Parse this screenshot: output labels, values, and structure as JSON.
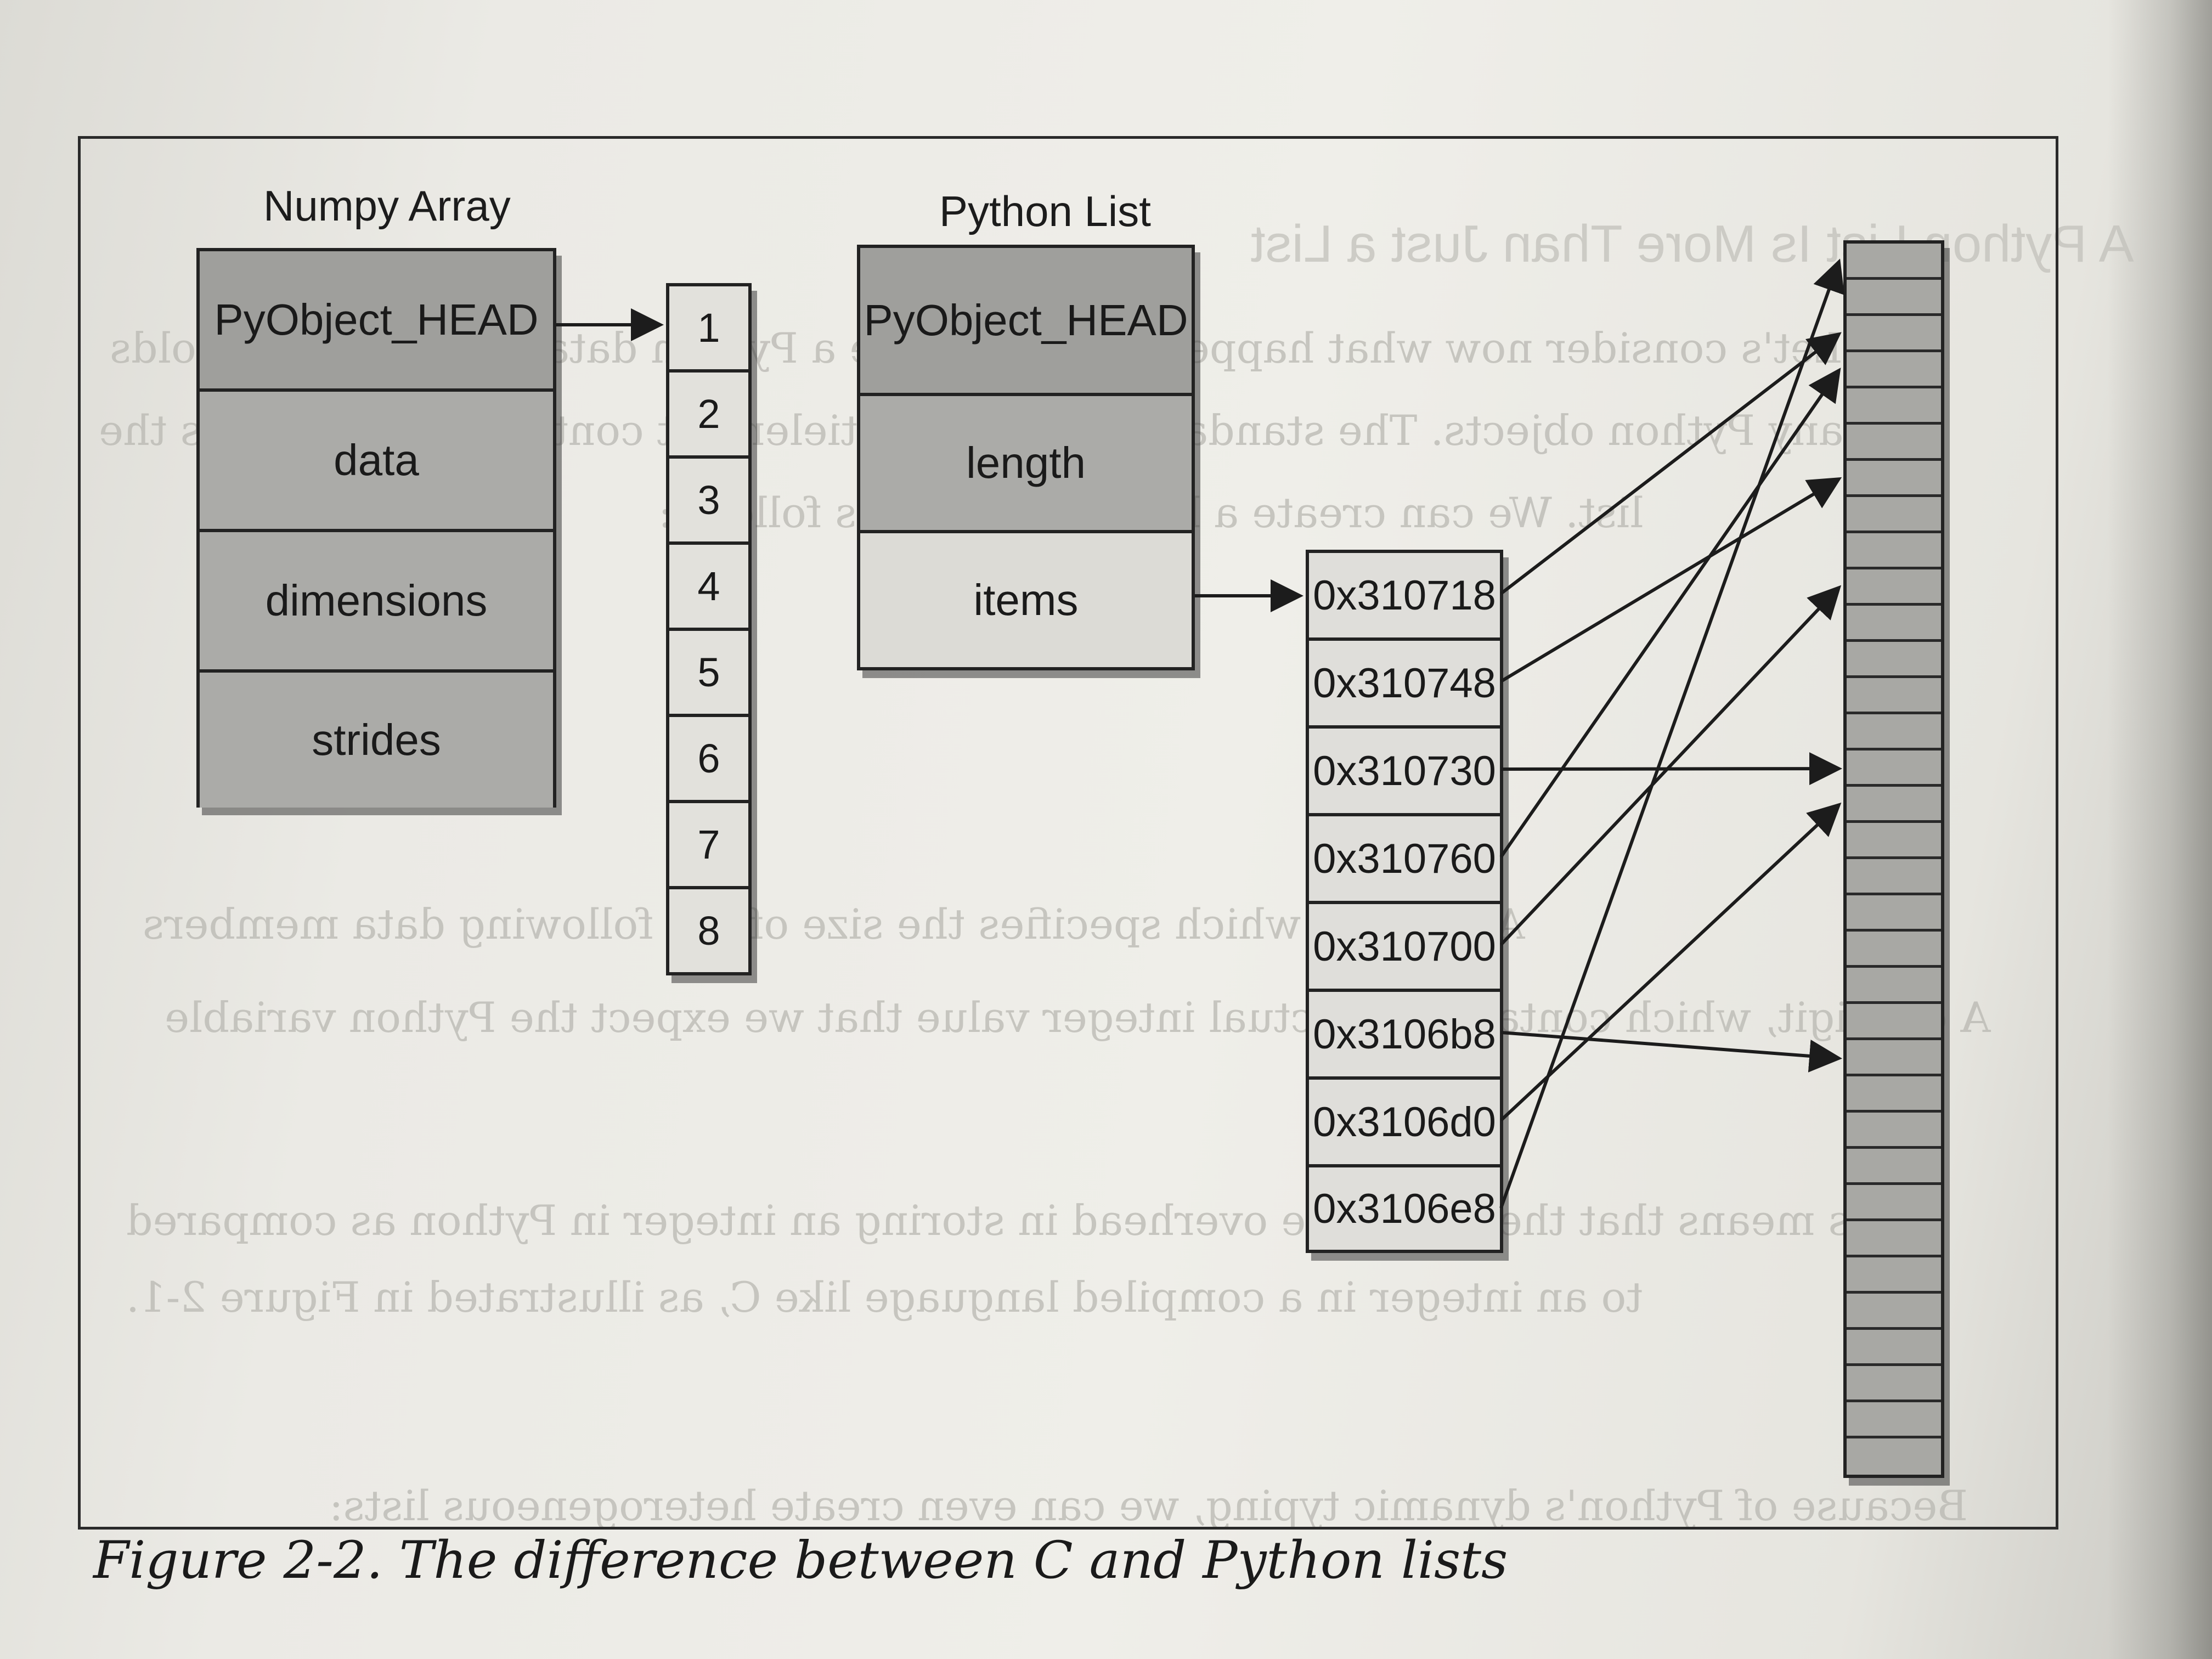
{
  "figure": {
    "caption": "Figure 2-2. The difference between C and Python lists"
  },
  "numpy_array": {
    "title": "Numpy Array",
    "fields": [
      "PyObject_HEAD",
      "data",
      "dimensions",
      "strides"
    ],
    "buffer_values": [
      "1",
      "2",
      "3",
      "4",
      "5",
      "6",
      "7",
      "8"
    ]
  },
  "python_list": {
    "title": "Python List",
    "fields": [
      "PyObject_HEAD",
      "length",
      "items"
    ],
    "pointers": [
      "0x310718",
      "0x310748",
      "0x310730",
      "0x310760",
      "0x310700",
      "0x3106b8",
      "0x3106d0",
      "0x3106e8"
    ],
    "pointer_targets": [
      2,
      6,
      14,
      3,
      9,
      22,
      15,
      0
    ]
  },
  "object_memory": {
    "slot_count": 34
  },
  "colors": {
    "dark_cell": "#9f9f9c",
    "light_cell": "#e2e1dc",
    "object_cell": "#a8a8a4",
    "stroke": "#222222"
  }
}
